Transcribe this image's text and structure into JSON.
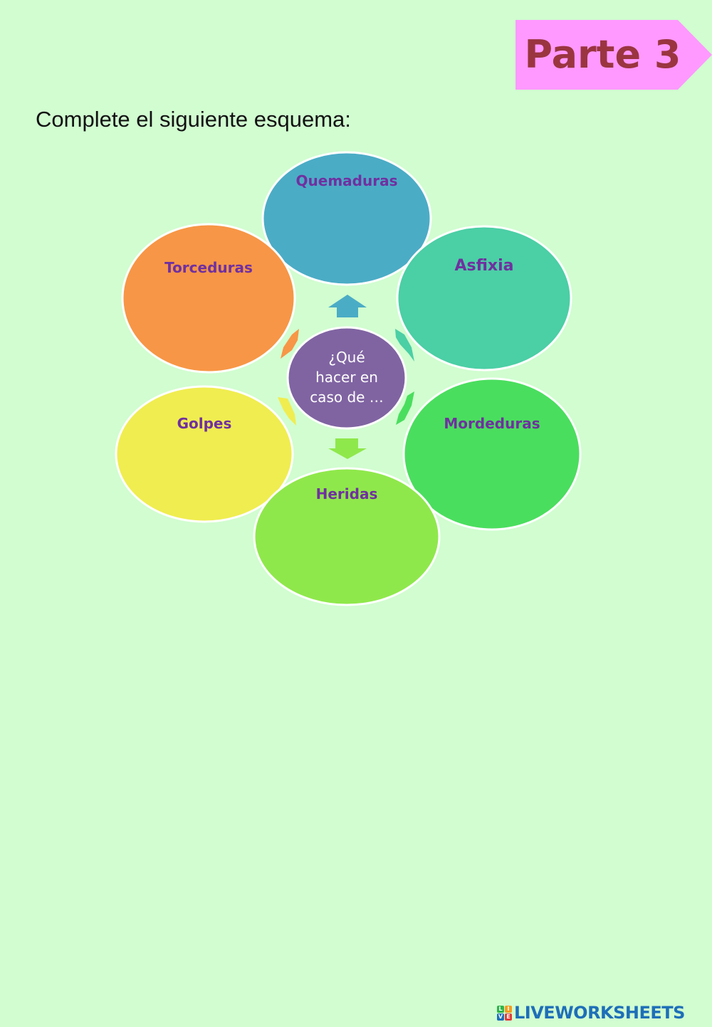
{
  "header": {
    "part_label": "Parte 3",
    "tag_color": "#ff99ff"
  },
  "instruction": "Complete el siguiente esquema:",
  "diagram": {
    "center": {
      "lines": [
        "¿Qué",
        "hacer en",
        "caso de …"
      ],
      "color": "#8064a2"
    },
    "nodes": [
      {
        "label": "Quemaduras",
        "color": "#4bacc6"
      },
      {
        "label": "Asfixia",
        "color": "#4bcfa5"
      },
      {
        "label": "Mordeduras",
        "color": "#4ade5e"
      },
      {
        "label": "Heridas",
        "color": "#8fe84b"
      },
      {
        "label": "Golpes",
        "color": "#f0ed50"
      },
      {
        "label": "Torceduras",
        "color": "#f79646"
      }
    ]
  },
  "footer": {
    "logo_text": "LIVEWORKSHEETS",
    "logo_letters": [
      "L",
      "I",
      "V",
      "E"
    ]
  }
}
